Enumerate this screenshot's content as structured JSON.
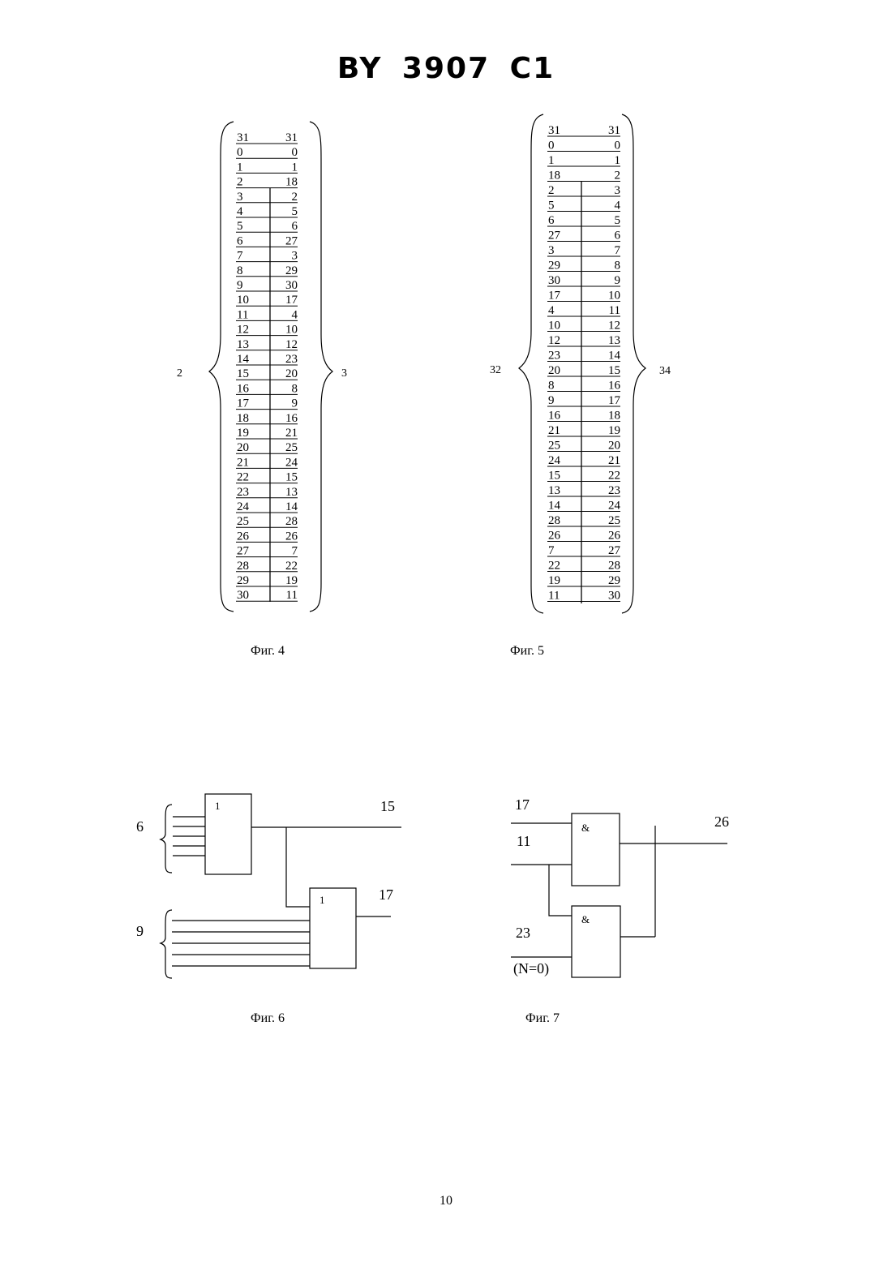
{
  "header": {
    "title": "BY 3907 C1"
  },
  "fig4": {
    "caption": "Фиг. 4",
    "left_label": "2",
    "right_label": "3",
    "rows": [
      [
        "31",
        "31"
      ],
      [
        "0",
        "0"
      ],
      [
        "1",
        "1"
      ],
      [
        "2",
        "18"
      ],
      [
        "3",
        "2"
      ],
      [
        "4",
        "5"
      ],
      [
        "5",
        "6"
      ],
      [
        "6",
        "27"
      ],
      [
        "7",
        "3"
      ],
      [
        "8",
        "29"
      ],
      [
        "9",
        "30"
      ],
      [
        "10",
        "17"
      ],
      [
        "11",
        "4"
      ],
      [
        "12",
        "10"
      ],
      [
        "13",
        "12"
      ],
      [
        "14",
        "23"
      ],
      [
        "15",
        "20"
      ],
      [
        "16",
        "8"
      ],
      [
        "17",
        "9"
      ],
      [
        "18",
        "16"
      ],
      [
        "19",
        "21"
      ],
      [
        "20",
        "25"
      ],
      [
        "21",
        "24"
      ],
      [
        "22",
        "15"
      ],
      [
        "23",
        "13"
      ],
      [
        "24",
        "14"
      ],
      [
        "25",
        "28"
      ],
      [
        "26",
        "26"
      ],
      [
        "27",
        "7"
      ],
      [
        "28",
        "22"
      ],
      [
        "29",
        "19"
      ],
      [
        "30",
        "11"
      ]
    ]
  },
  "fig5": {
    "caption": "Фиг. 5",
    "left_label": "32",
    "right_label": "34",
    "rows": [
      [
        "31",
        "31"
      ],
      [
        "0",
        "0"
      ],
      [
        "1",
        "1"
      ],
      [
        "18",
        "2"
      ],
      [
        "2",
        "3"
      ],
      [
        "5",
        "4"
      ],
      [
        "6",
        "5"
      ],
      [
        "27",
        "6"
      ],
      [
        "3",
        "7"
      ],
      [
        "29",
        "8"
      ],
      [
        "30",
        "9"
      ],
      [
        "17",
        "10"
      ],
      [
        "4",
        "11"
      ],
      [
        "10",
        "12"
      ],
      [
        "12",
        "13"
      ],
      [
        "23",
        "14"
      ],
      [
        "20",
        "15"
      ],
      [
        "8",
        "16"
      ],
      [
        "9",
        "17"
      ],
      [
        "16",
        "18"
      ],
      [
        "21",
        "19"
      ],
      [
        "25",
        "20"
      ],
      [
        "24",
        "21"
      ],
      [
        "15",
        "22"
      ],
      [
        "13",
        "23"
      ],
      [
        "14",
        "24"
      ],
      [
        "28",
        "25"
      ],
      [
        "26",
        "26"
      ],
      [
        "7",
        "27"
      ],
      [
        "22",
        "28"
      ],
      [
        "19",
        "29"
      ],
      [
        "11",
        "30"
      ]
    ]
  },
  "fig6": {
    "caption": "Фиг. 6",
    "input_group_1": "6",
    "input_group_2": "9",
    "gate_1": "1",
    "gate_2": "1",
    "output_1": "15",
    "output_2": "17"
  },
  "fig7": {
    "caption": "Фиг. 7",
    "input_1": "17",
    "input_2": "11",
    "input_3": "23",
    "input_4": "(N=0)",
    "gate_1": "&",
    "gate_2": "&",
    "output": "26"
  },
  "footer": {
    "page_number": "10"
  }
}
